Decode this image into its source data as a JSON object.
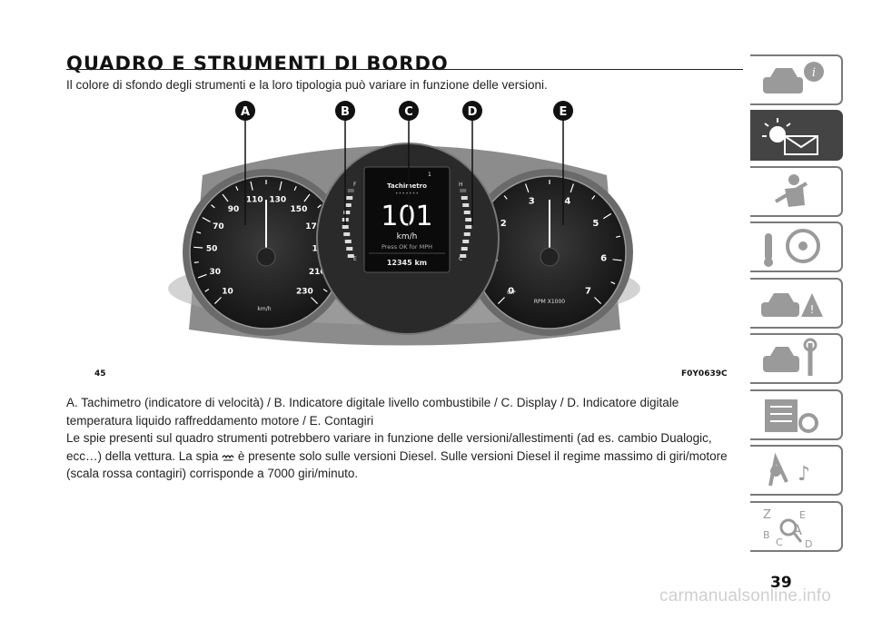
{
  "heading": {
    "title": "QUADRO E STRUMENTI DI BORDO",
    "subtitle": "Il colore di sfondo degli strumenti e la loro tipologia può variare in funzione delle versioni."
  },
  "figure": {
    "number": "45",
    "code": "F0Y0639C",
    "callouts": [
      "A",
      "B",
      "C",
      "D",
      "E"
    ],
    "speedometer": {
      "ticks": [
        "10",
        "30",
        "50",
        "70",
        "90",
        "110",
        "130",
        "150",
        "170",
        "190",
        "210",
        "230"
      ],
      "unit": "km/h"
    },
    "fuel_gauge": {
      "full": "F",
      "empty": "E"
    },
    "temp_gauge": {
      "hot": "H",
      "cold": "C"
    },
    "display": {
      "page": "1",
      "menu_label": "Tachimetro",
      "speed": "101",
      "unit": "km/h",
      "hint": "Press OK for MPH",
      "odometer": "12345 km"
    },
    "tachometer": {
      "ticks": [
        "0",
        "1",
        "2",
        "3",
        "4",
        "5",
        "6",
        "7"
      ],
      "unit": "RPM X1000",
      "off_label": "OFF"
    }
  },
  "body": {
    "legend": "A. Tachimetro (indicatore di velocità) / B. Indicatore digitale livello combustibile / C. Display / D. Indicatore digitale temperatura liquido raffreddamento motore / E. Contagiri",
    "note_before_icon": "Le spie presenti sul quadro strumenti potrebbero variare in funzione delle versioni/allestimenti (ad es. cambio Dualogic, ecc…) della vettura. La spia",
    "note_after_icon": "è presente solo sulle versioni Diesel. Sulle versioni Diesel il regime massimo di giri/motore (scala rossa contagiri) corrisponde a 7000 giri/minuto."
  },
  "sidebar": {
    "tabs": [
      {
        "icon": "car-info-icon"
      },
      {
        "icon": "warning-lights-icon",
        "active": true
      },
      {
        "icon": "safety-airbag-icon"
      },
      {
        "icon": "starting-driving-icon"
      },
      {
        "icon": "emergency-icon"
      },
      {
        "icon": "maintenance-icon"
      },
      {
        "icon": "technical-data-icon"
      },
      {
        "icon": "multimedia-icon"
      },
      {
        "icon": "index-icon"
      }
    ]
  },
  "page_number": "39",
  "watermark": "carmanualsonline.info"
}
